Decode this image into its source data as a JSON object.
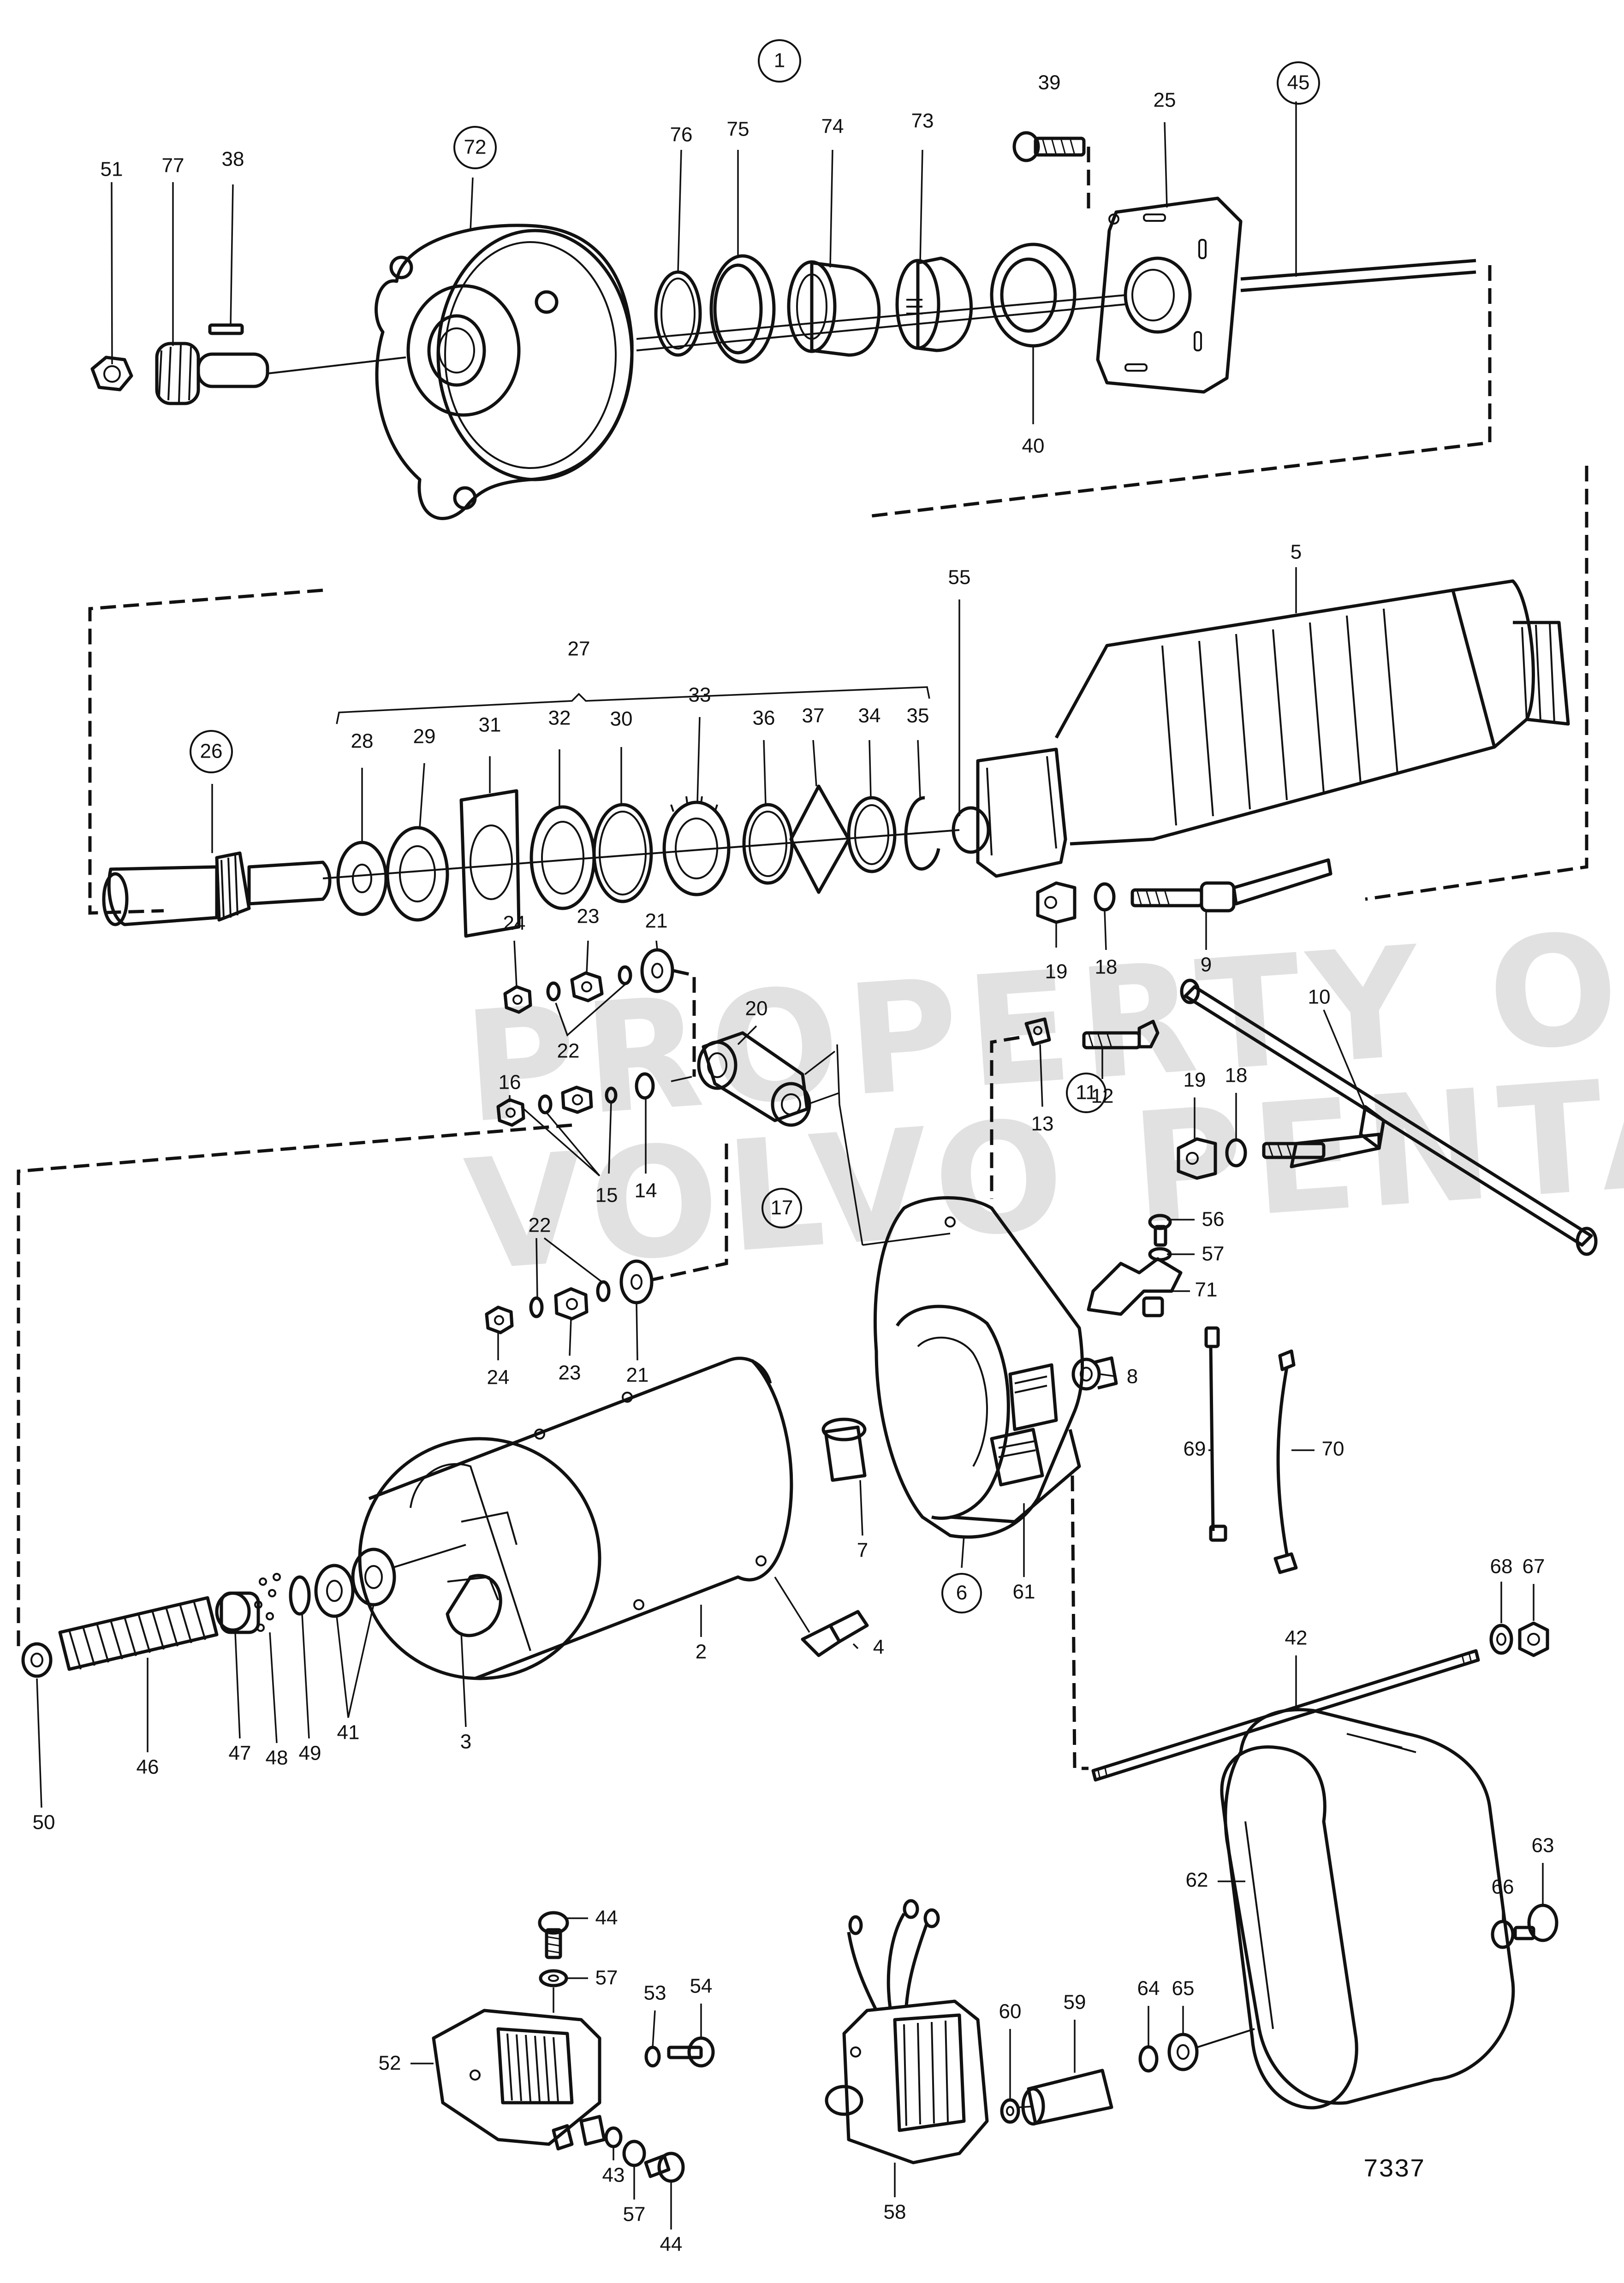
{
  "drawing_number": "7337",
  "watermark": [
    "PROPERTY OF",
    "VOLVO PENTA"
  ],
  "labels": {
    "c1": "1",
    "c72": "72",
    "c45": "45",
    "c26": "26",
    "c11": "11",
    "c17": "17",
    "c6": "6",
    "l51": "51",
    "l77": "77",
    "l38": "38",
    "l76": "76",
    "l75": "75",
    "l74": "74",
    "l73": "73",
    "l39": "39",
    "l25": "25",
    "l40": "40",
    "l5": "5",
    "l27": "27",
    "l28": "28",
    "l29": "29",
    "l31": "31",
    "l32": "32",
    "l30": "30",
    "l33": "33",
    "l36": "36",
    "l37": "37",
    "l34": "34",
    "l35": "35",
    "l55": "55",
    "l19a": "19",
    "l18a": "18",
    "l9": "9",
    "l24a": "24",
    "l23a": "23",
    "l21a": "21",
    "l22a": "22",
    "l20": "20",
    "l16": "16",
    "l15": "15",
    "l14": "14",
    "l13": "13",
    "l12": "12",
    "l10": "10",
    "l19b": "19",
    "l18b": "18",
    "l22b": "22",
    "l24b": "24",
    "l23b": "23",
    "l21b": "21",
    "l56": "56",
    "l57a": "57",
    "l71": "71",
    "l8": "8",
    "l69": "69",
    "l70": "70",
    "l7": "7",
    "l61": "61",
    "l68": "68",
    "l67": "67",
    "l4": "4",
    "l2": "2",
    "l3": "3",
    "l42": "42",
    "l50": "50",
    "l46": "46",
    "l47": "47",
    "l48": "48",
    "l49": "49",
    "l41": "41",
    "l62": "62",
    "l66": "66",
    "l63": "63",
    "l44a": "44",
    "l57b": "57",
    "l52": "52",
    "l53": "53",
    "l54": "54",
    "l43": "43",
    "l57c": "57",
    "l44b": "44",
    "l60": "60",
    "l59": "59",
    "l64": "64",
    "l65": "65",
    "l58": "58"
  }
}
